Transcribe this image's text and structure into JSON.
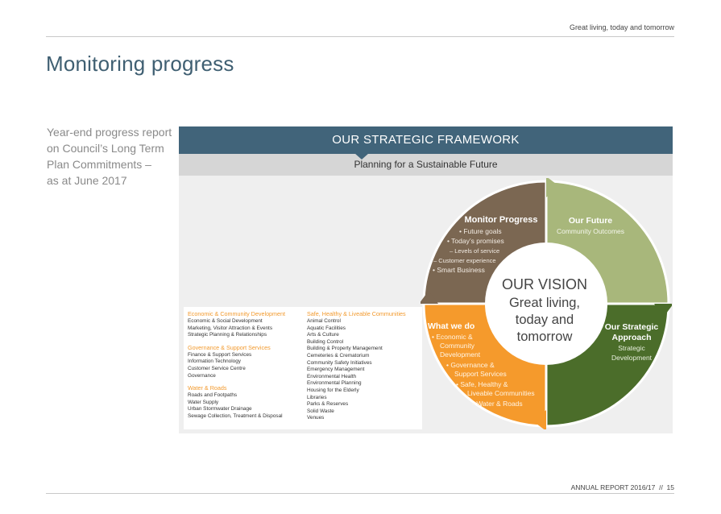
{
  "header": {
    "tagline": "Great living, today and tomorrow"
  },
  "page": {
    "title": "Monitoring progress"
  },
  "intro": {
    "lines": [
      "Year-end progress report",
      "on Council’s Long Term",
      "Plan Commitments –",
      "as at June 2017"
    ]
  },
  "framework": {
    "title": "OUR STRATEGIC FRAMEWORK",
    "subtitle": "Planning for a Sustainable Future",
    "colors": {
      "header": "#41647a",
      "monitor": "#7b6752",
      "future": "#a8b77b",
      "approach": "#4b6d2a",
      "whatwedo": "#f59a2c"
    },
    "groups_left": [
      {
        "title": "Economic & Community Development",
        "items": [
          "Economic & Social Development",
          "Marketing, Visitor Attraction & Events",
          "Strategic Planning & Relationships"
        ]
      },
      {
        "title": "Governance & Support Services",
        "items": [
          "Finance & Support Services",
          "Information Technology",
          "Customer Service Centre",
          "Governance"
        ]
      },
      {
        "title": "Water & Roads",
        "items": [
          "Roads and Footpaths",
          "Water Supply",
          "Urban Stormwater Drainage",
          "Sewage Collection, Treatment & Disposal"
        ]
      }
    ],
    "groups_right": [
      {
        "title": "Safe, Healthy & Liveable Communities",
        "items": [
          "Animal Control",
          "Aquatic Facilities",
          "Arts & Culture",
          "Building Control",
          "Building & Property Management",
          "Cemeteries & Crematorium",
          "Community Safety Initiatives",
          "Emergency Management",
          "Environmental Health",
          "Environmental Planning",
          "Housing for the Elderly",
          "Libraries",
          "Parks & Reserves",
          "Solid Waste",
          "Venues"
        ]
      }
    ],
    "wheel": {
      "monitor": {
        "title": "Monitor Progress",
        "lines": [
          "•  Future goals",
          "•  Today’s promises",
          "– Levels of service",
          "– Customer experience",
          "•  Smart Business"
        ]
      },
      "future": {
        "title": "Our Future",
        "lines": [
          "Community Outcomes"
        ]
      },
      "approach": {
        "title_lines": [
          "Our Strategic",
          "Approach"
        ],
        "lines": [
          "Strategic",
          "Development"
        ]
      },
      "whatwedo": {
        "title": "What we do",
        "lines": [
          "•  Economic &",
          "Community",
          "Development",
          "•  Governance &",
          "Support Services",
          "•  Safe, Healthy &",
          "Liveable Communities",
          "•  Water & Roads"
        ]
      },
      "vision": {
        "title": "OUR VISION",
        "lines": [
          "Great living,",
          "today and",
          "tomorrow"
        ]
      }
    }
  },
  "footer": {
    "text": "ANNUAL REPORT 2016/17  //  15"
  }
}
